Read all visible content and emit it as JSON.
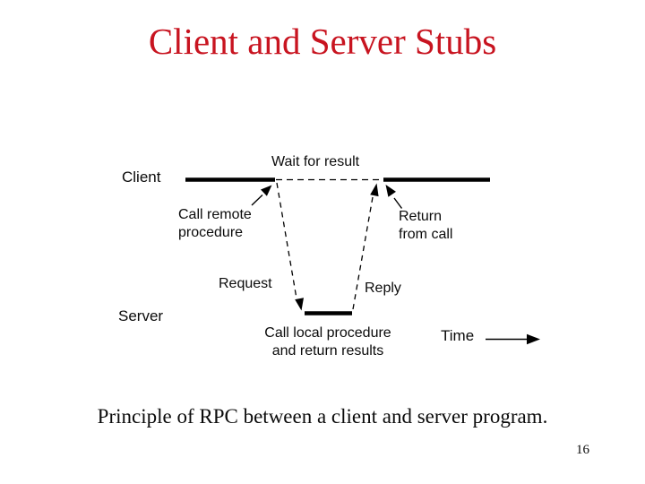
{
  "slide": {
    "title": "Client and Server Stubs",
    "caption": "Principle of RPC between a client and server program.",
    "page_number": "16"
  },
  "theme": {
    "title_color": "#c81420",
    "text_color": "#0b0b0b",
    "line_color": "#000000",
    "background": "#ffffff"
  },
  "diagram": {
    "client_label": "Client",
    "server_label": "Server",
    "wait_label": "Wait for result",
    "call_remote_label": "Call remote\nprocedure",
    "return_label": "Return\nfrom call",
    "request_label": "Request",
    "reply_label": "Reply",
    "call_local_label": "Call local procedure\nand return results",
    "time_label": "Time"
  }
}
